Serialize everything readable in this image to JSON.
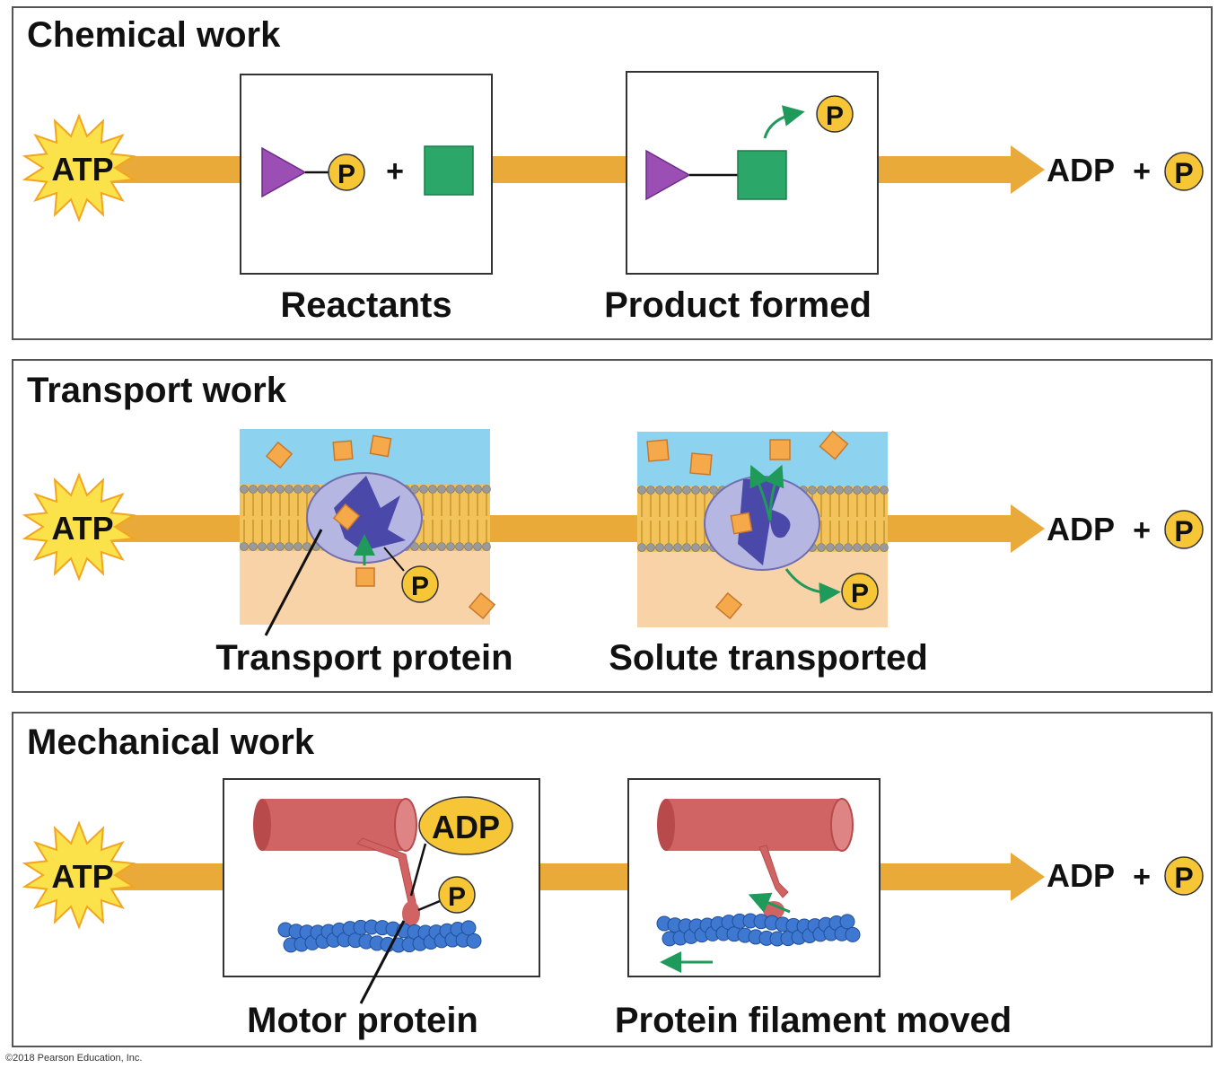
{
  "copyright": "©2018 Pearson Education, Inc.",
  "colors": {
    "arrow": "#e9aa3a",
    "phosphate_fill": "#f7c637",
    "atp_burst": "#fbe24b",
    "triangle": "#9b4fb4",
    "square": "#2ba869",
    "solute": "#f5a94b",
    "extracellular": "#8dd2ee",
    "cytoplasm": "#f9d3a8",
    "protein": "#b6b6e3",
    "protein_channel": "#4a48a8",
    "filament": "#d06364",
    "actin": "#3f78d1",
    "green_arrow": "#1f9a5a"
  },
  "panels": {
    "chemical": {
      "title": "Chemical work",
      "atp": "ATP",
      "plus": "+",
      "phosphate": "P",
      "box1_caption": "Reactants",
      "box2_caption": "Product formed",
      "result_adp": "ADP",
      "result_plus": "+",
      "result_p": "P"
    },
    "transport": {
      "title": "Transport work",
      "atp": "ATP",
      "phosphate": "P",
      "box1_caption": "Transport protein",
      "box2_caption": "Solute transported",
      "result_adp": "ADP",
      "result_plus": "+",
      "result_p": "P"
    },
    "mechanical": {
      "title": "Mechanical work",
      "atp": "ATP",
      "adp_bubble": "ADP",
      "phosphate": "P",
      "box1_caption": "Motor protein",
      "box2_caption": "Protein filament moved",
      "result_adp": "ADP",
      "result_plus": "+",
      "result_p": "P"
    }
  }
}
